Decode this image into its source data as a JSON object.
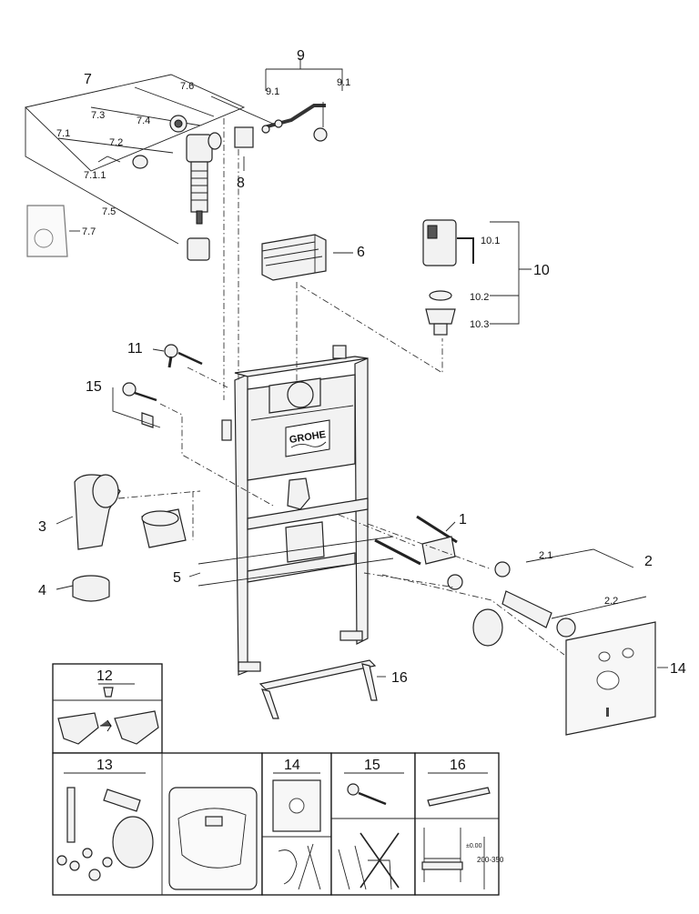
{
  "brand": {
    "logo_text": "GROHE"
  },
  "callouts": {
    "c1": "1",
    "c2": "2",
    "c2_1": "2.1",
    "c2_2": "2.2",
    "c3": "3",
    "c4": "4",
    "c5": "5",
    "c6": "6",
    "c7": "7",
    "c7_1": "7.1",
    "c7_1_1": "7.1.1",
    "c7_2": "7.2",
    "c7_3": "7.3",
    "c7_4": "7.4",
    "c7_5": "7.5",
    "c7_6": "7.6",
    "c7_7": "7.7",
    "c8": "8",
    "c9": "9",
    "c9_1a": "9.1",
    "c9_1b": "9.1",
    "c10": "10",
    "c10_1": "10.1",
    "c10_2": "10.2",
    "c10_3": "10.3",
    "c11": "11",
    "c14": "14",
    "c15": "15",
    "c16": "16"
  },
  "panels": {
    "p12": "12",
    "p13": "13",
    "p14": "14",
    "p15": "15",
    "p16": "16",
    "dim_top": "±0.00",
    "dim_range": "200-350"
  },
  "colors": {
    "line": "#222222",
    "fill": "#f2f2f2",
    "shade": "#555555",
    "background": "#ffffff"
  }
}
